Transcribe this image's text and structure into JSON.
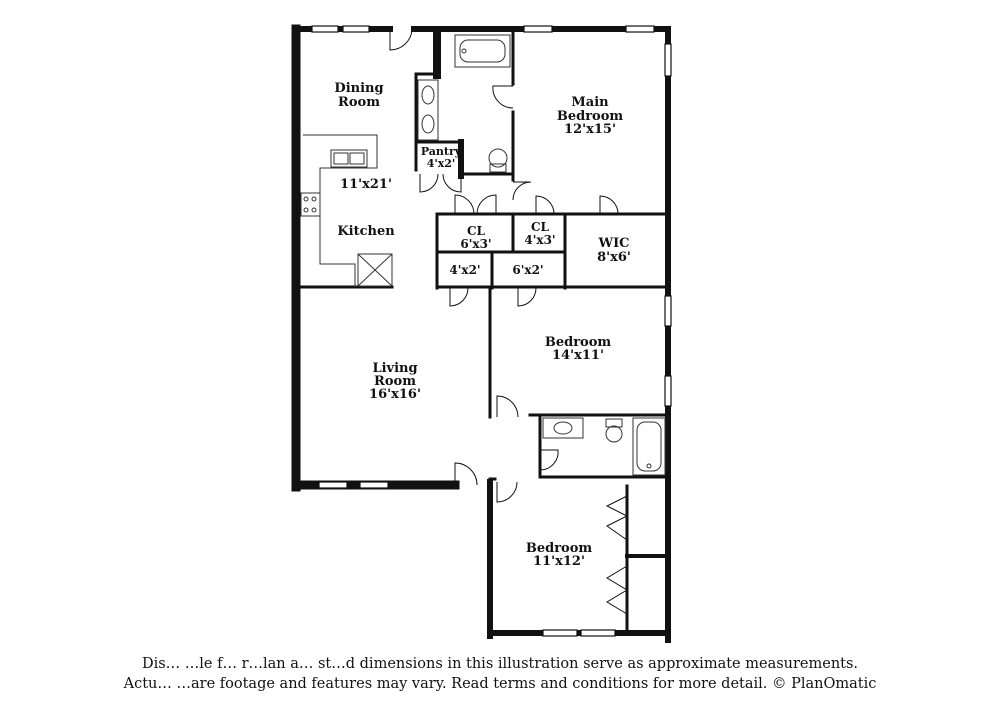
{
  "rooms": {
    "dining": {
      "name_line1": "Dining",
      "name_line2": "Room"
    },
    "main_bedroom": {
      "name_line1": "Main",
      "name_line2": "Bedroom",
      "dims": "12'x15'"
    },
    "pantry": {
      "name": "Pantry",
      "dims": "4'x2'"
    },
    "kitchen": {
      "name": "Kitchen",
      "dims": "11'x21'"
    },
    "closet_1": {
      "name": "CL",
      "dims": "6'x3'"
    },
    "closet_2": {
      "name": "CL",
      "dims": "4'x3'"
    },
    "wic": {
      "name": "WIC",
      "dims": "8'x6'"
    },
    "closet_small_1": {
      "dims": "4'x2'"
    },
    "closet_small_2": {
      "dims": "6'x2'"
    },
    "bedroom_2": {
      "name": "Bedroom",
      "dims": "14'x11'"
    },
    "living": {
      "name_line1": "Living",
      "name_line2": "Room",
      "dims": "16'x16'"
    },
    "bedroom_3": {
      "name": "Bedroom",
      "dims": "11'x12'"
    }
  },
  "disclaimer": {
    "line1": "Dis… …le f… r…lan a… st…d dimensions in this illustration serve as approximate measurements.",
    "line2": "Actu… …are footage and features may vary. Read terms and conditions for more detail. © PlanOmatic"
  }
}
